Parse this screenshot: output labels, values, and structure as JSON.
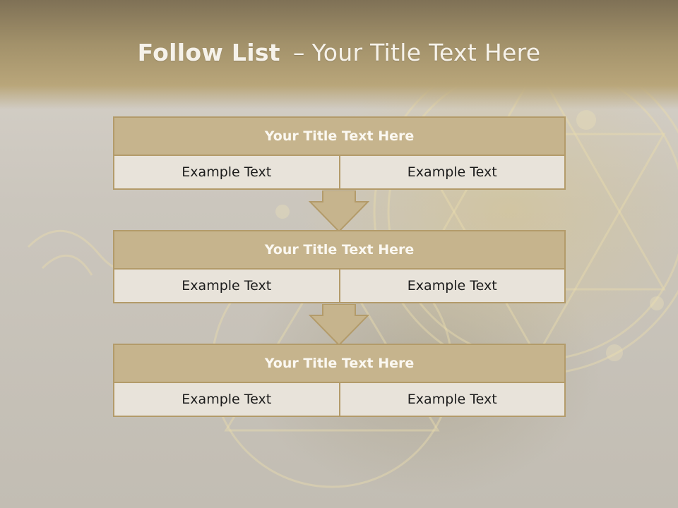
{
  "title": {
    "bold": "Follow List",
    "separator": "–",
    "rest": "Your Title Text Here"
  },
  "steps": [
    {
      "title": "Your Title Text Here",
      "cells": [
        "Example Text",
        "Example Text"
      ]
    },
    {
      "title": "Your Title Text Here",
      "cells": [
        "Example Text",
        "Example Text"
      ]
    },
    {
      "title": "Your Title Text Here",
      "cells": [
        "Example Text",
        "Example Text"
      ]
    }
  ],
  "colors": {
    "header": "#a2916a",
    "box_title": "#c6b48d",
    "box_border": "#b39b6a",
    "cell": "#e8e3da"
  }
}
